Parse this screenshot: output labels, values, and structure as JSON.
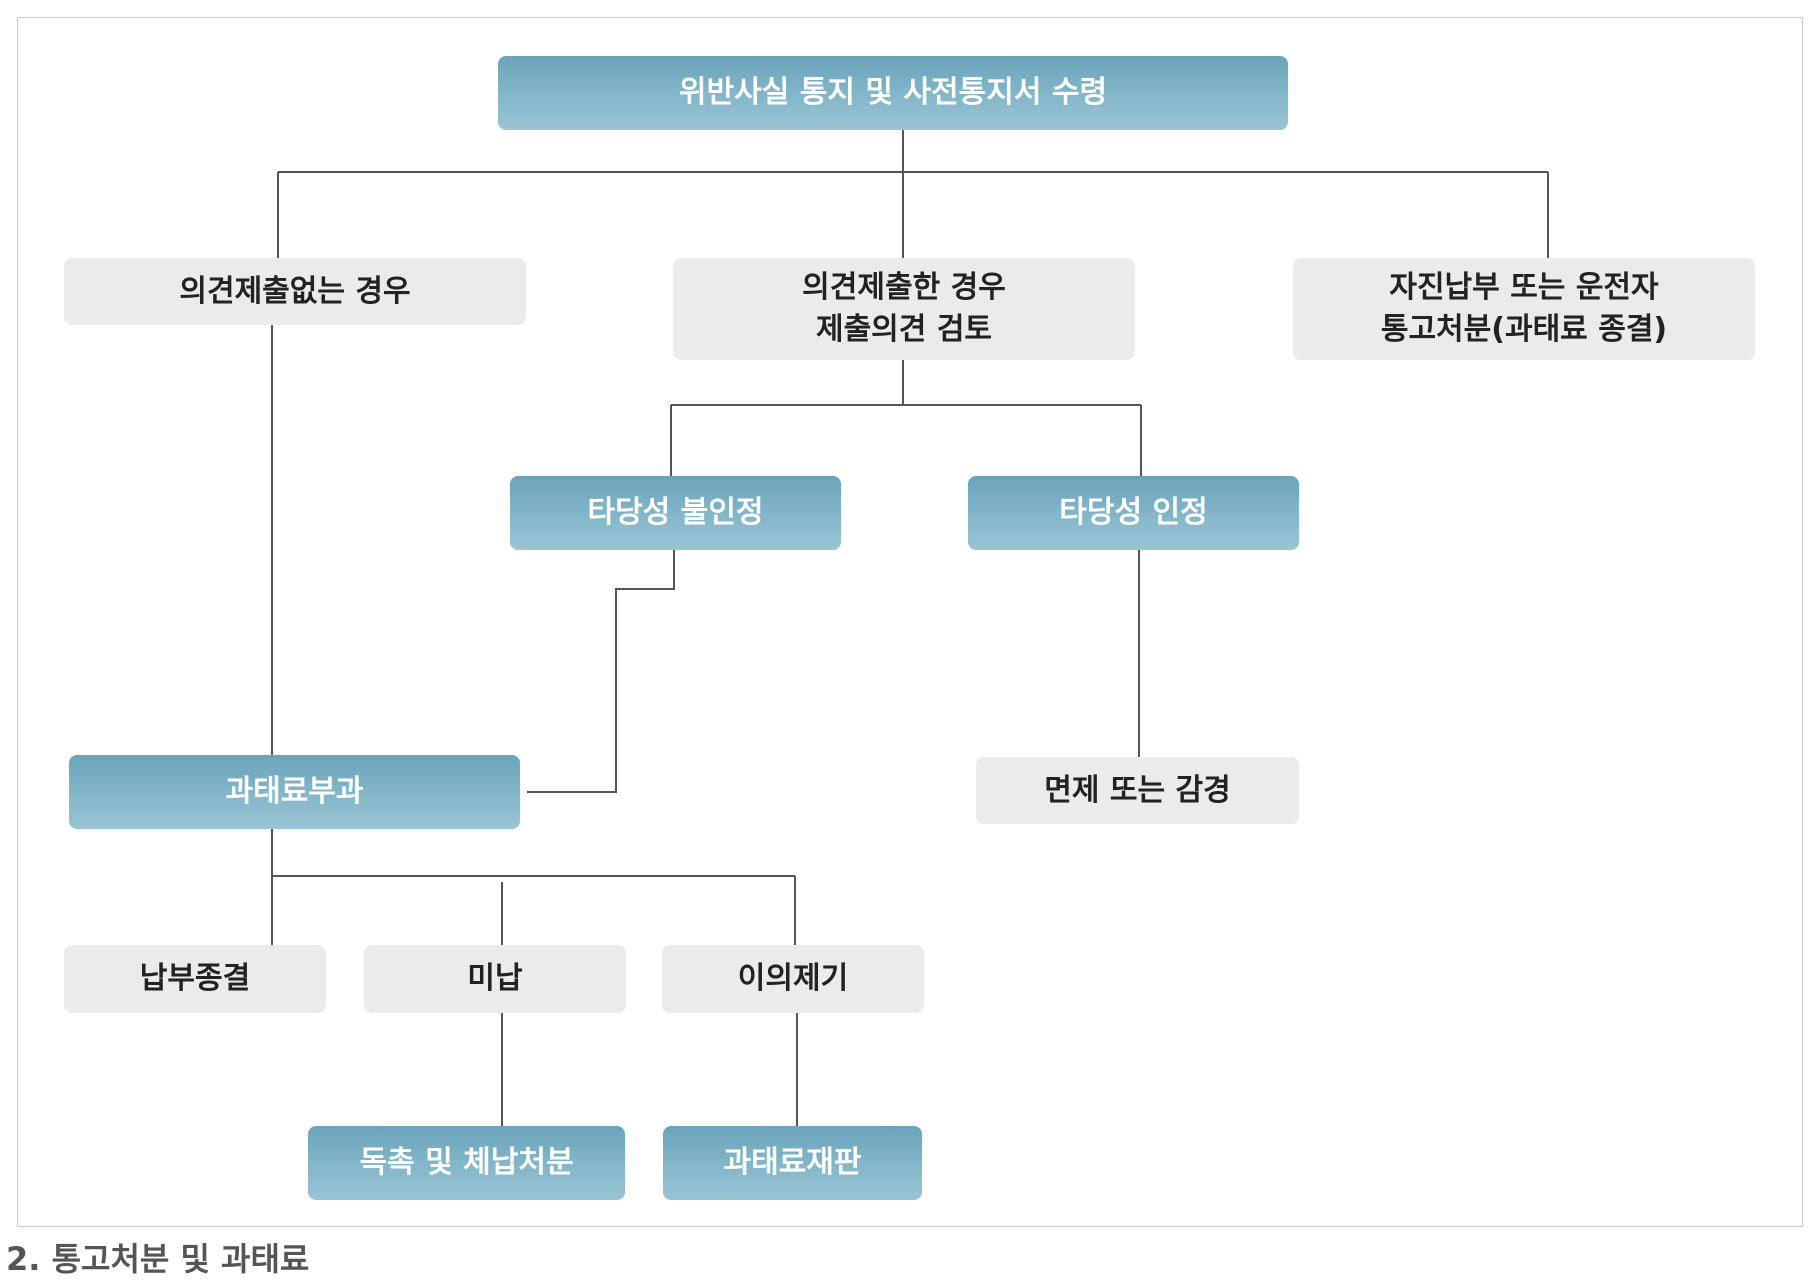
{
  "colors": {
    "blue_box": "#7fb2c7",
    "gray_box": "#ebebeb",
    "line": "#555555",
    "frame": "#c9c9c9"
  },
  "nodes": {
    "receipt": "위반사실 통지 및 사전통지서 수령",
    "no_opinion": "의견제출없는 경우",
    "opinion_review": "의견제출한 경우\n제출의견 검토",
    "voluntary_payment": "자진납부 또는 운전자\n통고처분(과태료 종결)",
    "not_justified": "타당성 불인정",
    "justified": "타당성 인정",
    "exemption": "면제 또는 감경",
    "fine_imposed": "과태료부과",
    "payment_end": "납부종결",
    "unpaid": "미납",
    "objection": "이의제기",
    "collection": "독촉 및 체납처분",
    "trial": "과태료재판"
  },
  "caption": "2. 통고처분 및 과태료"
}
